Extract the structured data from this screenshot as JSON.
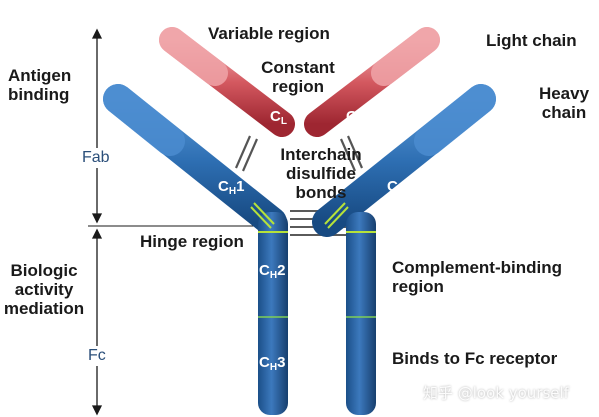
{
  "labels": {
    "variable_region": "Variable region",
    "constant_region": "Constant\nregion",
    "light_chain": "Light chain",
    "heavy_chain": "Heavy\nchain",
    "antigen_binding": "Antigen\nbinding",
    "interchain_disulfide": "Interchain\ndisulfide\nbonds",
    "hinge_region": "Hinge region",
    "biologic_activity": "Biologic\nactivity\nmediation",
    "complement_binding": "Complement-binding\nregion",
    "binds_fc": "Binds to Fc receptor"
  },
  "brackets": {
    "fab": "Fab",
    "fc": "Fc"
  },
  "domains": {
    "cl_letter": "C",
    "cl_sub": "L",
    "ch1_letter": "C",
    "ch1_sub": "H",
    "ch1_num": "1",
    "ch2_letter": "C",
    "ch2_sub": "H",
    "ch2_num": "2",
    "ch3_letter": "C",
    "ch3_sub": "H",
    "ch3_num": "3"
  },
  "watermark": "知乎 @look yourself",
  "colors": {
    "heavy_chain": "#1f5a93",
    "light_chain": "#b8323a",
    "variable_heavy": "#3f7ec2",
    "variable_light": "#e58a8e",
    "hinge_marker": "#b6e23a",
    "fab_fc_text": "#2b4f7a"
  }
}
